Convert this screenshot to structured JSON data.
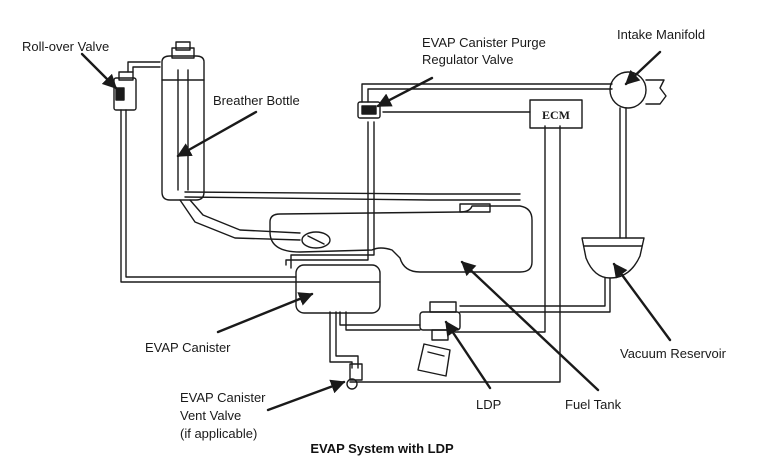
{
  "labels": {
    "rollover_valve": "Roll-over Valve",
    "breather_bottle": "Breather Bottle",
    "purge_valve_line1": "EVAP Canister Purge",
    "purge_valve_line2": "Regulator Valve",
    "intake_manifold": "Intake Manifold",
    "ecm": "ECM",
    "evap_canister": "EVAP Canister",
    "vacuum_reservoir": "Vacuum Reservoir",
    "vent_valve_line1": "EVAP Canister",
    "vent_valve_line2": "Vent Valve",
    "vent_valve_line3": "(if applicable)",
    "ldp": "LDP",
    "fuel_tank": "Fuel Tank"
  },
  "caption": "EVAP System with LDP",
  "colors": {
    "line": "#1a1a1a",
    "background": "#ffffff"
  }
}
